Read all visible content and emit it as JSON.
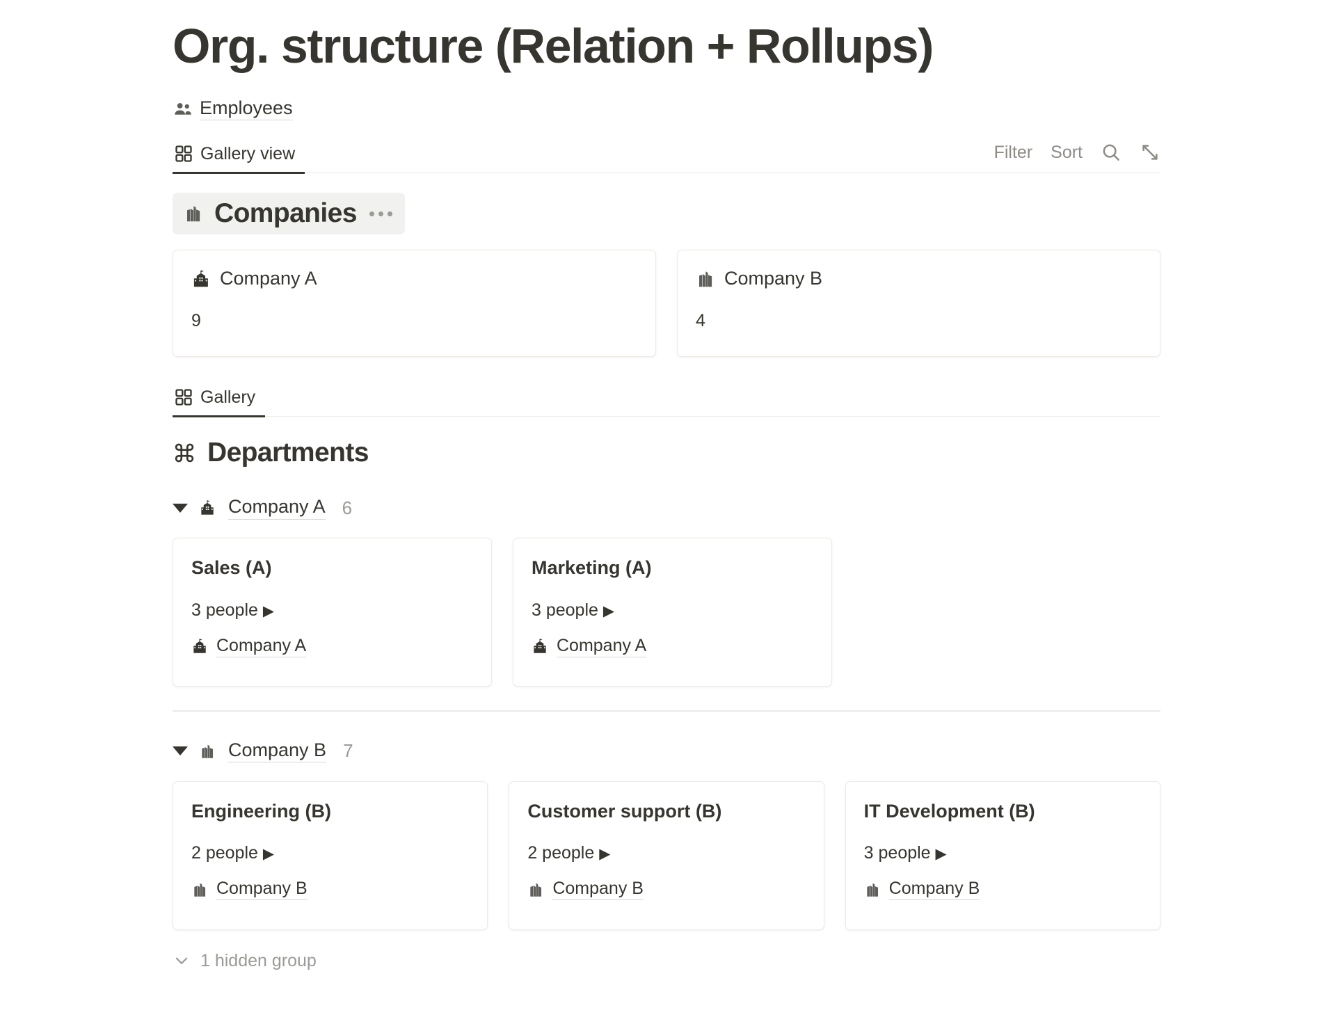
{
  "page": {
    "title": "Org. structure (Relation + Rollups)"
  },
  "source": {
    "icon": "people-icon",
    "label": "Employees"
  },
  "toolbar": {
    "tabs": [
      {
        "label": "Gallery view",
        "icon": "grid-icon",
        "active": true
      }
    ],
    "filter_label": "Filter",
    "sort_label": "Sort",
    "search_icon": "search-icon",
    "expand_icon": "expand-arrows-icon"
  },
  "companies_section": {
    "icon": "factory-icon",
    "title": "Companies",
    "menu_icon": "ellipsis-icon",
    "cards": [
      {
        "icon": "school-building-icon",
        "title": "Company A",
        "value": "9"
      },
      {
        "icon": "factory-icon",
        "title": "Company B",
        "value": "4"
      }
    ]
  },
  "departments_view": {
    "tabs": [
      {
        "label": "Gallery",
        "icon": "grid-icon",
        "active": true
      }
    ],
    "icon": "command-icon",
    "title": "Departments",
    "groups": [
      {
        "caret": "caret-down-icon",
        "icon": "school-building-icon",
        "label": "Company A",
        "count": "6",
        "cards": [
          {
            "title": "Sales (A)",
            "people": "3 people",
            "play": "▶",
            "relation_icon": "school-building-icon",
            "relation": "Company A"
          },
          {
            "title": "Marketing (A)",
            "people": "3 people",
            "play": "▶",
            "relation_icon": "school-building-icon",
            "relation": "Company A"
          }
        ]
      },
      {
        "caret": "caret-down-icon",
        "icon": "factory-icon",
        "label": "Company B",
        "count": "7",
        "cards": [
          {
            "title": "Engineering (B)",
            "people": "2 people",
            "play": "▶",
            "relation_icon": "factory-icon",
            "relation": "Company B"
          },
          {
            "title": "Customer support (B)",
            "people": "2 people",
            "play": "▶",
            "relation_icon": "factory-icon",
            "relation": "Company B"
          },
          {
            "title": "IT Development (B)",
            "people": "3 people",
            "play": "▶",
            "relation_icon": "factory-icon",
            "relation": "Company B"
          }
        ]
      }
    ],
    "hidden_group": {
      "icon": "chevron-down-icon",
      "label": "1 hidden group"
    }
  },
  "colors": {
    "text": "#37352f",
    "muted": "#9b9a96",
    "border": "#eceae7",
    "section_bg": "#f1f1ef"
  }
}
